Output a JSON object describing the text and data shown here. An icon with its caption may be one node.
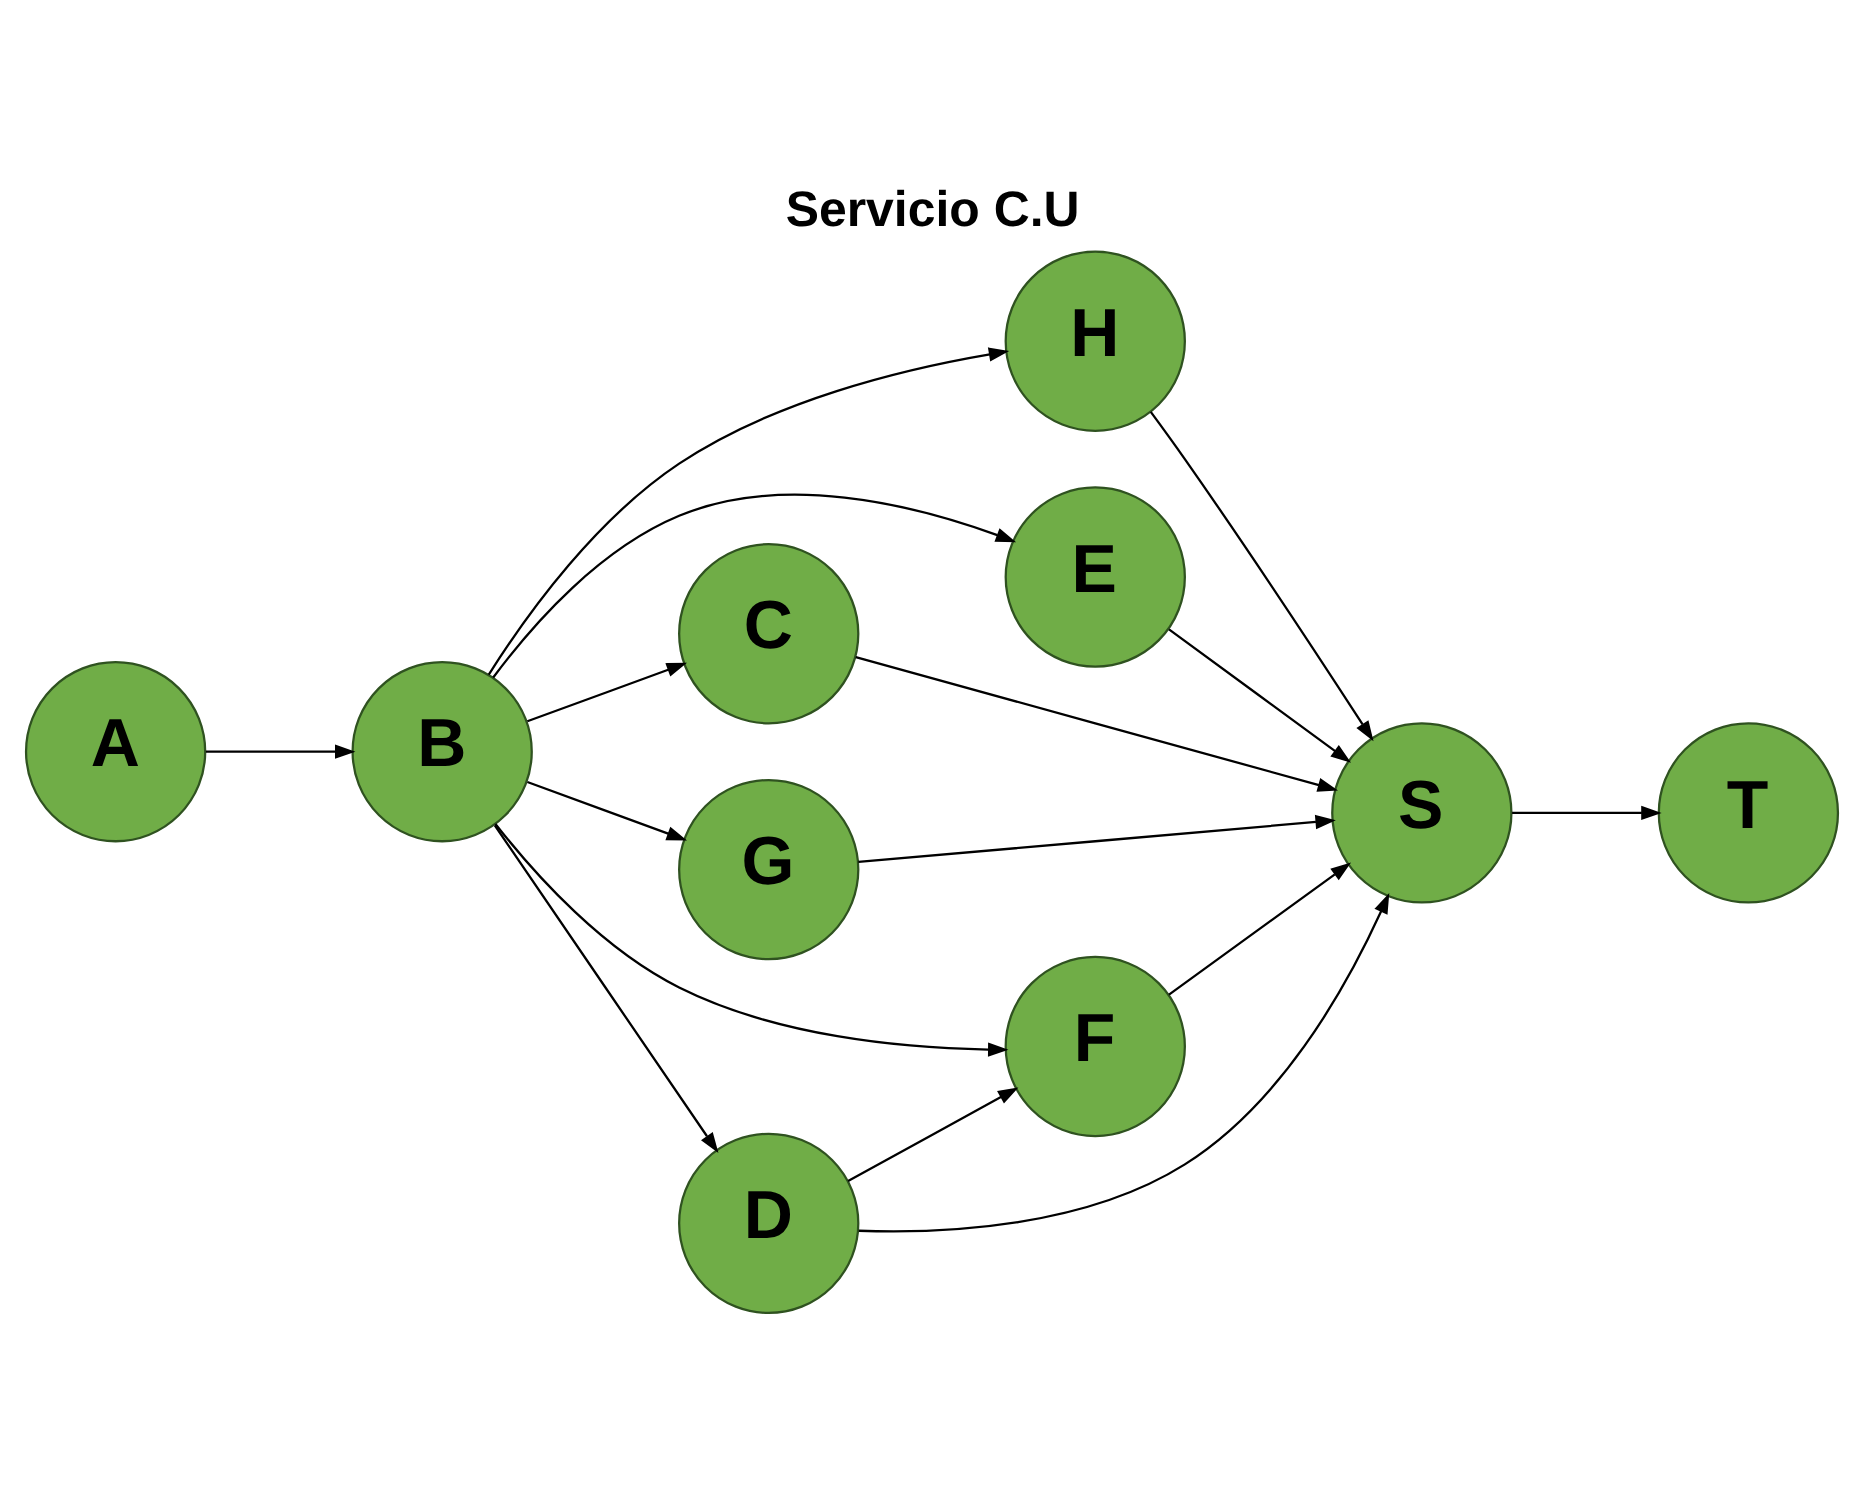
{
  "diagram": {
    "title": "Servicio C.U",
    "nodes": [
      {
        "text": [
          "A"
        ]
      },
      {
        "text": [
          "B"
        ]
      },
      {
        "text": [
          "H"
        ]
      },
      {
        "text": [
          "E"
        ]
      },
      {
        "text": [
          "C"
        ]
      },
      {
        "text": [
          "G"
        ]
      },
      {
        "text": [
          "D"
        ]
      },
      {
        "text": [
          "F"
        ]
      },
      {
        "text": [
          "S"
        ]
      },
      {
        "text": [
          "T"
        ]
      }
    ],
    "edges": [
      {
        "from": 0,
        "to": 1,
        "arrow": "to"
      },
      {
        "from": 1,
        "to": 2,
        "arrow": "to"
      },
      {
        "from": 1,
        "to": 3,
        "arrow": "to"
      },
      {
        "from": 1,
        "to": 4,
        "arrow": "to"
      },
      {
        "from": 1,
        "to": 5,
        "arrow": "to"
      },
      {
        "from": 1,
        "to": 6,
        "arrow": "to"
      },
      {
        "from": 1,
        "to": 7,
        "arrow": "to"
      },
      {
        "from": 6,
        "to": 7,
        "arrow": "to"
      },
      {
        "from": 2,
        "to": 8,
        "arrow": "to"
      },
      {
        "from": 3,
        "to": 8,
        "arrow": "to"
      },
      {
        "from": 4,
        "to": 8,
        "arrow": "to"
      },
      {
        "from": 5,
        "to": 8,
        "arrow": "to"
      },
      {
        "from": 6,
        "to": 8,
        "arrow": "to"
      },
      {
        "from": 7,
        "to": 8,
        "arrow": "to"
      },
      {
        "from": 8,
        "to": 9,
        "arrow": "to"
      }
    ]
  }
}
